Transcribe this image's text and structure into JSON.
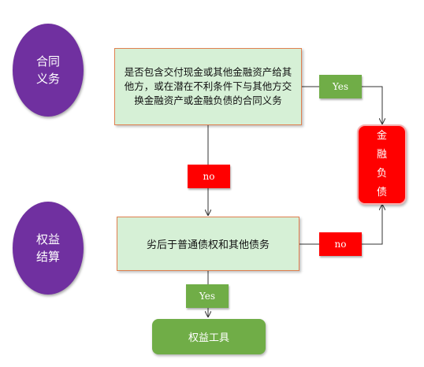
{
  "labels": {
    "contract_obligation": "合同义务",
    "equity_settlement": "权益结算"
  },
  "nodes": {
    "question_1": "是否包含交付现金或其他金融资产给其他方，或在潜在不利条件下与其他方交换金融资产或金融负债的合同义务",
    "question_2": "劣后于普通债权和其他债务",
    "financial_liability": "金融负债",
    "equity_instrument": "权益工具"
  },
  "edges": {
    "q1_yes": "Yes",
    "q1_no": "no",
    "q2_no": "no",
    "q2_yes": "Yes"
  },
  "colors": {
    "label_purple": "#7030a0",
    "process_fill": "#d6f0d6",
    "process_border": "#e08050",
    "liability_red": "#ff0000",
    "equity_green": "#70ad47",
    "yes_green": "#70ad47",
    "no_red": "#ff0000"
  }
}
